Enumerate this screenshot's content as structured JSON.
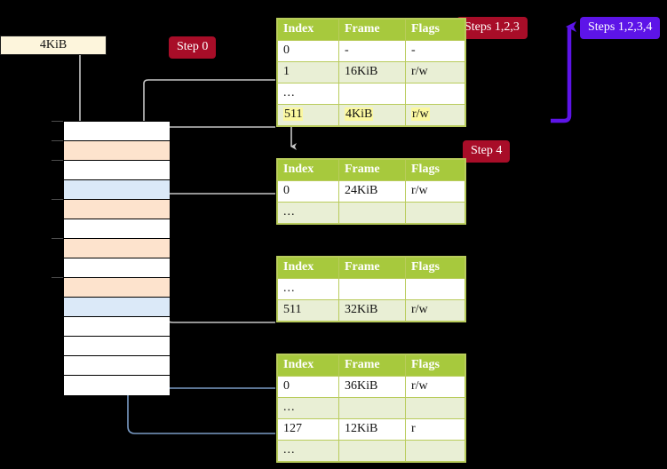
{
  "diagram": {
    "title": "page-table-walk-diagram",
    "colors": {
      "badge_red": "#a80d28",
      "badge_violet": "#5d14e8",
      "table_header": "#a7c93d",
      "table_alt_row": "#e9efd5",
      "highlight": "#fbf8a0",
      "mem_peach": "#fde3cd",
      "mem_blue": "#dbe9f8",
      "kib_box": "#fdf5dc",
      "connector_gray": "#bdbdbd",
      "connector_blue": "#7a9cc6"
    }
  },
  "labels": {
    "steps_123": "Steps 1,2,3",
    "steps_1234": "Steps 1,2,3,4",
    "step_0": "Step 0",
    "step_4": "Step 4",
    "kib_block": "4KiB"
  },
  "tables": [
    {
      "name": "pml4-table",
      "headers": [
        "Index",
        "Frame",
        "Flags"
      ],
      "rows": [
        {
          "style": "plain",
          "highlight": false,
          "cells": [
            "0",
            "-",
            "-"
          ]
        },
        {
          "style": "alt",
          "highlight": false,
          "cells": [
            "1",
            "16KiB",
            "r/w"
          ]
        },
        {
          "style": "plain",
          "highlight": false,
          "cells": [
            "...",
            "",
            ""
          ]
        },
        {
          "style": "alt",
          "highlight": true,
          "cells": [
            "511",
            "4KiB",
            "r/w"
          ]
        }
      ]
    },
    {
      "name": "pdpt-table",
      "headers": [
        "Index",
        "Frame",
        "Flags"
      ],
      "rows": [
        {
          "style": "plain",
          "highlight": false,
          "cells": [
            "0",
            "24KiB",
            "r/w"
          ]
        },
        {
          "style": "alt",
          "highlight": false,
          "cells": [
            "...",
            "",
            ""
          ]
        }
      ]
    },
    {
      "name": "pd-table",
      "headers": [
        "Index",
        "Frame",
        "Flags"
      ],
      "rows": [
        {
          "style": "plain",
          "highlight": false,
          "cells": [
            "...",
            "",
            ""
          ]
        },
        {
          "style": "alt",
          "highlight": false,
          "cells": [
            "511",
            "32KiB",
            "r/w"
          ]
        }
      ]
    },
    {
      "name": "pt-table",
      "headers": [
        "Index",
        "Frame",
        "Flags"
      ],
      "rows": [
        {
          "style": "plain",
          "highlight": false,
          "cells": [
            "0",
            "36KiB",
            "r/w"
          ]
        },
        {
          "style": "alt",
          "highlight": false,
          "cells": [
            "...",
            "",
            ""
          ]
        },
        {
          "style": "plain",
          "highlight": false,
          "cells": [
            "127",
            "12KiB",
            "r"
          ]
        },
        {
          "style": "alt",
          "highlight": false,
          "cells": [
            "...",
            "",
            ""
          ]
        }
      ]
    }
  ],
  "memory_column": {
    "name": "physical-memory-column",
    "rows": [
      {
        "fill": "white"
      },
      {
        "fill": "peach"
      },
      {
        "fill": "white"
      },
      {
        "fill": "blue"
      },
      {
        "fill": "peach"
      },
      {
        "fill": "white"
      },
      {
        "fill": "peach"
      },
      {
        "fill": "white"
      },
      {
        "fill": "peach"
      },
      {
        "fill": "blue"
      },
      {
        "fill": "white"
      },
      {
        "fill": "white"
      },
      {
        "fill": "white"
      },
      {
        "fill": "white"
      }
    ],
    "tick_rows": [
      0,
      1,
      2,
      4,
      6,
      8
    ]
  }
}
